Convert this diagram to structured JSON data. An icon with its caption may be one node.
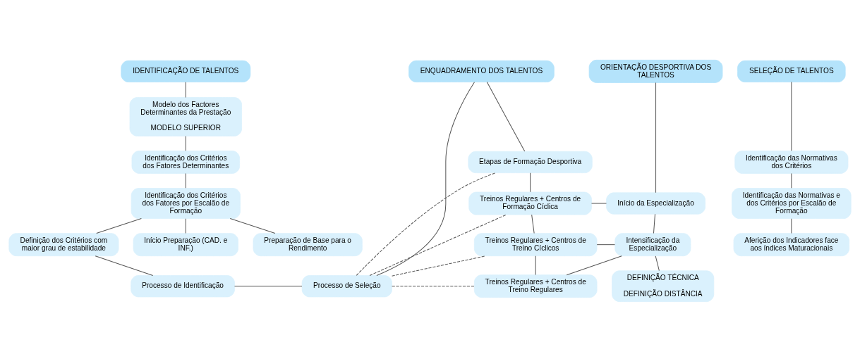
{
  "diagram": {
    "nodes": [
      {
        "text": [
          "IDENTIFICAÇÃO DE TALENTOS"
        ]
      },
      {
        "text": [
          "SELEÇÃO DE TALENTOS"
        ]
      },
      {
        "text": [
          "ENQUADRAMENTO DOS TALENTOS"
        ]
      },
      {
        "text": [
          "ORIENTAÇÃO DESPORTIVA DOS TALENTOS"
        ]
      },
      {
        "text": [
          "Modelo dos Factores Determinantes da Prestação",
          "MODELO SUPERIOR"
        ]
      },
      {
        "text": [
          "Identificação dos Critérios dos Fatores Determinantes"
        ]
      },
      {
        "text": [
          "Identificação dos Critérios dos Fatores por Escalão de Formação"
        ]
      },
      {
        "text": [
          "Início Preparação (CAD. e INF.)"
        ]
      },
      {
        "text": [
          "Preparação de Base para o Rendimento"
        ]
      },
      {
        "text": [
          "Definição dos Critérios com maior grau de estabilidade"
        ]
      },
      {
        "text": [
          "Processo de Identificação"
        ]
      },
      {
        "text": [
          "Identificação das Normativas dos Critérios"
        ]
      },
      {
        "text": [
          "Identificação das Normativas e dos Critérios por Escalão de Formação"
        ]
      },
      {
        "text": [
          "Aferição dos Indicadores face aos índices Maturacionais"
        ]
      },
      {
        "text": [
          "Processo de Seleção"
        ]
      },
      {
        "text": [
          "Etapas de Formação Desportiva"
        ]
      },
      {
        "text": [
          "Treinos Regulares + Centros de Formação Cíclica"
        ]
      },
      {
        "text": [
          "Treinos Regulares + Centros de Treino Cíclicos"
        ]
      },
      {
        "text": [
          "Treinos Regulares + Centros de Treino Regulares"
        ]
      },
      {
        "text": [
          "Início da Especialização"
        ]
      },
      {
        "text": [
          "Intensificação da Especialização"
        ]
      },
      {
        "text": [
          "DEFINIÇÃO TÉCNICA",
          "DEFINIÇÃO DISTÂNCIA"
        ]
      }
    ],
    "edges": [
      {
        "from": 0,
        "to": 4,
        "arrow": "none"
      },
      {
        "from": 4,
        "to": 5,
        "arrow": "none"
      },
      {
        "from": 5,
        "to": 6,
        "arrow": "none"
      },
      {
        "from": 6,
        "to": 7,
        "arrow": "none"
      },
      {
        "from": 6,
        "to": 8,
        "arrow": "none"
      },
      {
        "from": 6,
        "to": 9,
        "arrow": "none"
      },
      {
        "from": 9,
        "to": 10,
        "arrow": "none"
      },
      {
        "from": 10,
        "to": 14,
        "arrow": "none"
      },
      {
        "from": 1,
        "to": 11,
        "arrow": "none"
      },
      {
        "from": 11,
        "to": 12,
        "arrow": "none"
      },
      {
        "from": 12,
        "to": 13,
        "arrow": "none"
      },
      {
        "from": 14,
        "to": 2,
        "arrow": "none"
      },
      {
        "from": 2,
        "to": 15,
        "arrow": "none"
      },
      {
        "from": 15,
        "to": 16,
        "arrow": "none"
      },
      {
        "from": 16,
        "to": 17,
        "arrow": "none"
      },
      {
        "from": 17,
        "to": 18,
        "arrow": "none"
      },
      {
        "from": 14,
        "to": 15,
        "arrow": "none",
        "style": "dashed"
      },
      {
        "from": 14,
        "to": 16,
        "arrow": "none",
        "style": "dashed"
      },
      {
        "from": 14,
        "to": 17,
        "arrow": "none",
        "style": "dashed"
      },
      {
        "from": 14,
        "to": 18,
        "arrow": "none",
        "style": "dashed"
      },
      {
        "from": 16,
        "to": 19,
        "arrow": "none"
      },
      {
        "from": 17,
        "to": 20,
        "arrow": "none"
      },
      {
        "from": 18,
        "to": 20,
        "arrow": "none"
      },
      {
        "from": 3,
        "to": 19,
        "arrow": "none"
      },
      {
        "from": 19,
        "to": 20,
        "arrow": "none"
      },
      {
        "from": 20,
        "to": 21,
        "arrow": "none"
      }
    ]
  }
}
